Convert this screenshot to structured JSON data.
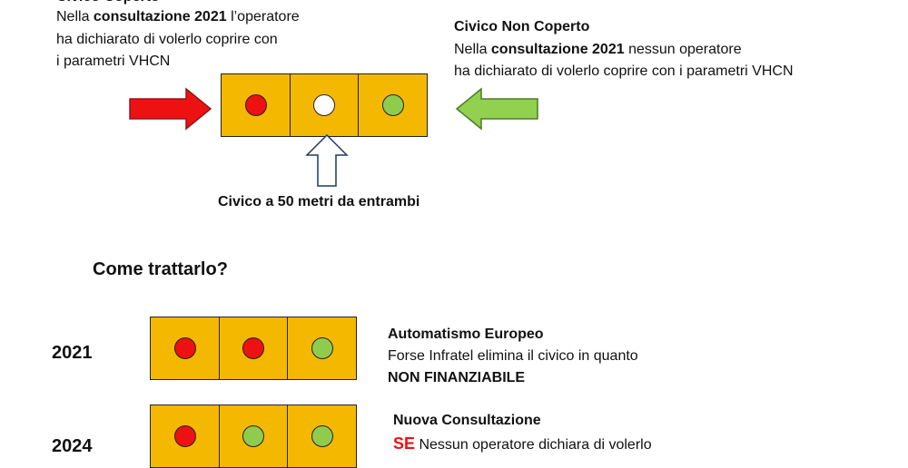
{
  "left_block": {
    "title": "Civico Coperto",
    "line1_pre": "Nella ",
    "line1_bold": "consultazione 2021",
    "line1_post": " l’operatore",
    "line2": "ha dichiarato di volerlo coprire con",
    "line3": "i parametri VHCN"
  },
  "right_block": {
    "title": "Civico Non Coperto",
    "line1_pre": "Nella ",
    "line1_bold": "consultazione 2021",
    "line1_post": " nessun operatore",
    "line2": "ha dichiarato di volerlo coprire con i parametri VHCN"
  },
  "top_grid": {
    "dots": [
      "red",
      "white",
      "green"
    ]
  },
  "pointer_label": "Civico a 50 metri da entrambi",
  "section_title": "Come trattarlo?",
  "rows": [
    {
      "year": "2021",
      "dots": [
        "red",
        "red",
        "green"
      ],
      "title": "Automatismo Europeo",
      "line1": "Forse Infratel elimina il civico in quanto",
      "line2": "NON FINANZIABILE"
    },
    {
      "year": "2024",
      "dots": [
        "red",
        "green",
        "green"
      ],
      "title": "Nuova Consultazione",
      "line1_red": "SE",
      "line1_post": " Nessun operatore dichiara di volerlo"
    }
  ],
  "colors": {
    "cell": "#F5B800",
    "red": "#EE1111",
    "green": "#8FCC4E",
    "green_arrow": "#92D050",
    "red_arrow": "#EE1111"
  }
}
